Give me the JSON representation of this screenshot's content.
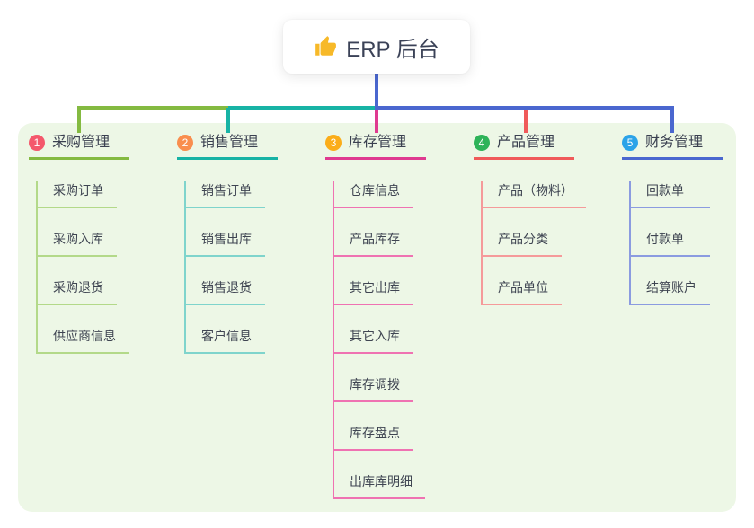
{
  "root": {
    "title": "ERP 后台",
    "icon": "thumbs-up-icon",
    "icon_color": "#f7b928",
    "text_color": "#3b4257"
  },
  "canvas": {
    "background": "#ffffff",
    "container_background": "#edf7e6"
  },
  "connectors": {
    "root_color": "#4a67cf"
  },
  "branches": [
    {
      "num": "1",
      "label": "采购管理",
      "color": "#84ba41",
      "light_color": "#b3d989",
      "badge_color": "#f4586c",
      "items": [
        "采购订单",
        "采购入库",
        "采购退货",
        "供应商信息"
      ]
    },
    {
      "num": "2",
      "label": "销售管理",
      "color": "#17b3a5",
      "light_color": "#7fd4cc",
      "badge_color": "#f98e4e",
      "items": [
        "销售订单",
        "销售出库",
        "销售退货",
        "客户信息"
      ]
    },
    {
      "num": "3",
      "label": "库存管理",
      "color": "#df3a90",
      "light_color": "#ef72b2",
      "badge_color": "#fbad19",
      "items": [
        "仓库信息",
        "产品库存",
        "其它出库",
        "其它入库",
        "库存调拨",
        "库存盘点",
        "出库库明细"
      ]
    },
    {
      "num": "4",
      "label": "产品管理",
      "color": "#f05a5a",
      "light_color": "#f59a9a",
      "badge_color": "#2eb359",
      "items": [
        "产品（物料）",
        "产品分类",
        "产品单位"
      ]
    },
    {
      "num": "5",
      "label": "财务管理",
      "color": "#4a67cf",
      "light_color": "#8b9be0",
      "badge_color": "#2ba3e8",
      "items": [
        "回款单",
        "付款单",
        "结算账户"
      ]
    }
  ]
}
